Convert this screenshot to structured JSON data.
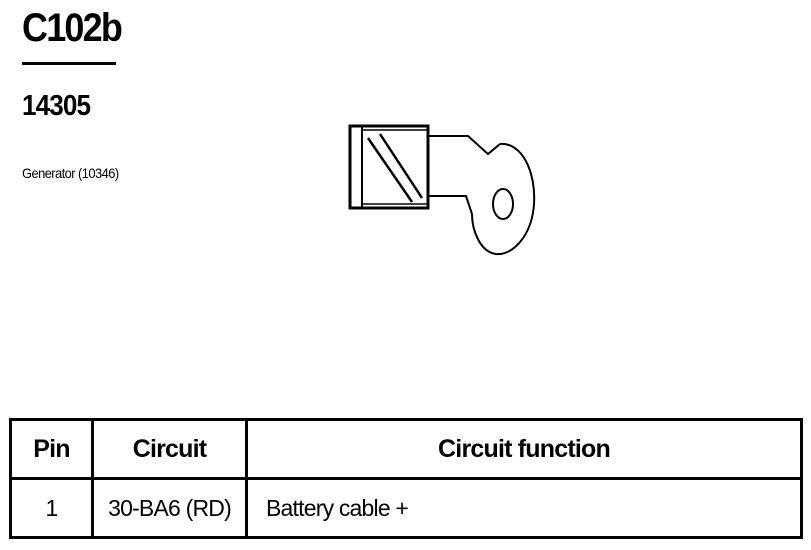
{
  "connector": {
    "id": "C102b",
    "part_number": "14305",
    "description": "Generator (10346)"
  },
  "table": {
    "headers": {
      "pin": "Pin",
      "circuit": "Circuit",
      "function": "Circuit function"
    },
    "rows": [
      {
        "pin": "1",
        "circuit": "30-BA6 (RD)",
        "function": "Battery cable +"
      }
    ]
  }
}
